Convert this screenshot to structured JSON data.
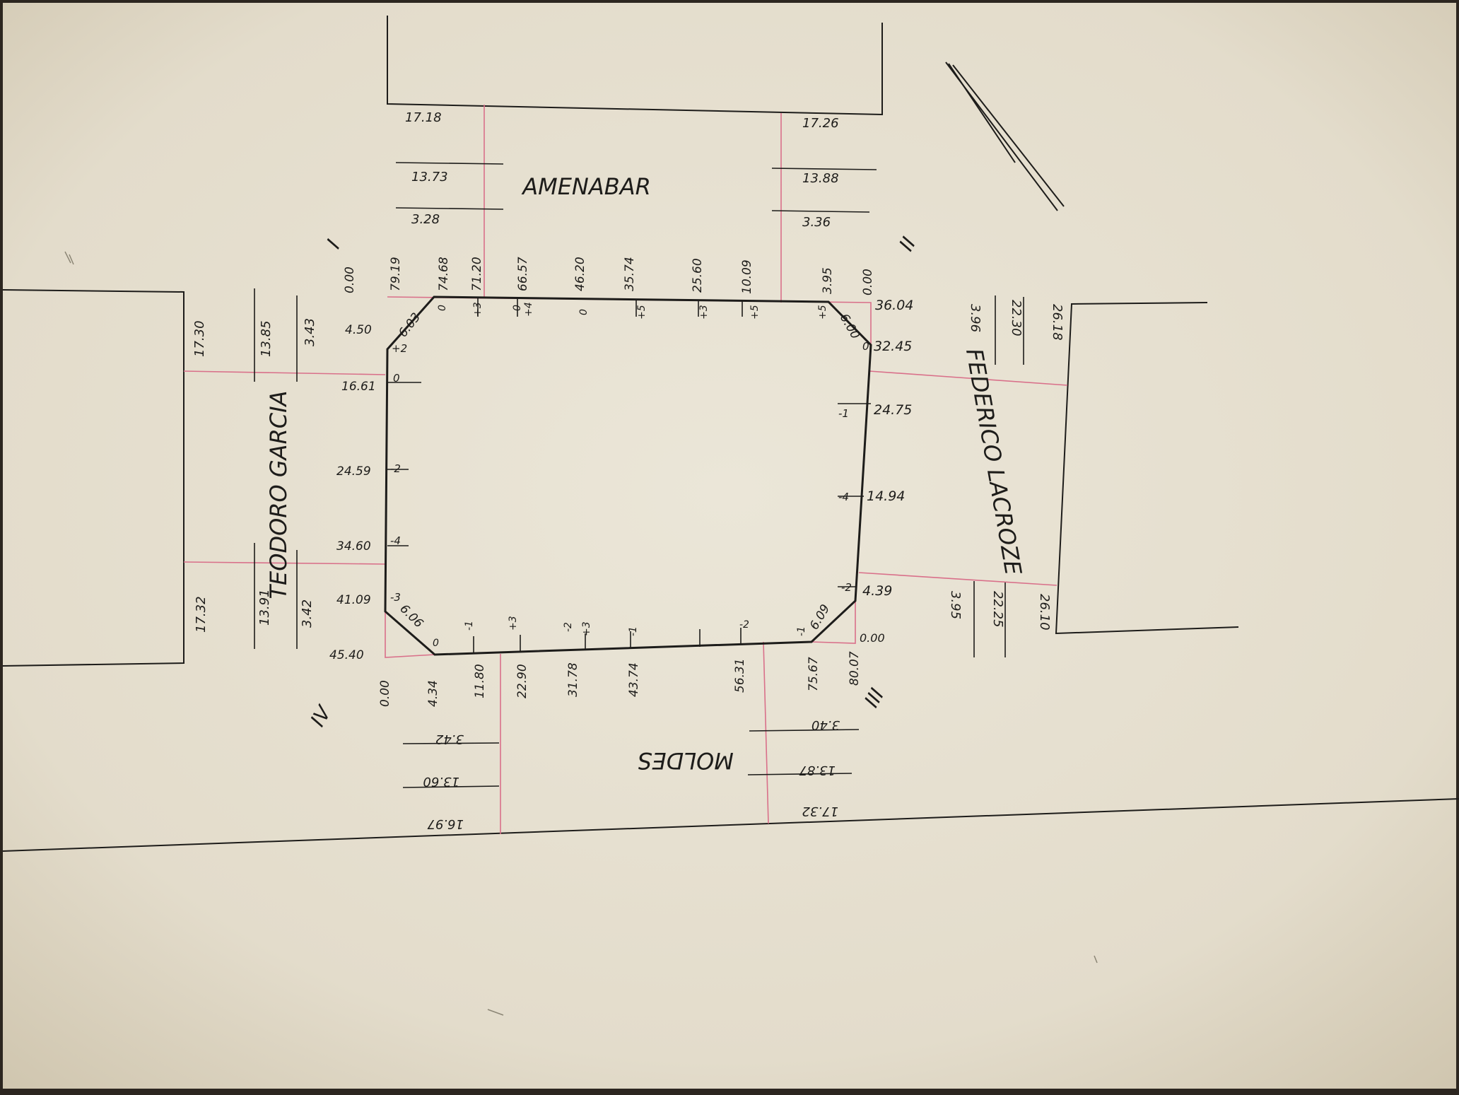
{
  "streets": {
    "north": "AMENABAR",
    "east": "FEDERICO LACROZE",
    "south": "MOLDES",
    "west": "TEODORO GARCIA"
  },
  "corners": {
    "nw": "I",
    "ne": "II",
    "se": "III",
    "sw": "IV"
  },
  "north_side": {
    "left_col": [
      "17.18",
      "13.73",
      "3.28"
    ],
    "right_col": [
      "17.26",
      "13.88",
      "3.36"
    ]
  },
  "block_north_labels": [
    "0.00",
    "79.19",
    "74.68",
    "71.20",
    "66.57",
    "46.20",
    "35.74",
    "25.60",
    "10.09",
    "3.95",
    "0.00"
  ],
  "block_north_levels": [
    "0",
    "+3",
    "0",
    "+4",
    "0",
    "+5",
    "+3",
    "+5",
    "+5"
  ],
  "block_east_labels": [
    "36.04",
    "32.45",
    "24.75",
    "14.94",
    "4.39",
    "0.00"
  ],
  "block_east_levels": [
    "0",
    "-1",
    "-4",
    "-2"
  ],
  "block_west_labels": [
    "4.50",
    "16.61",
    "24.59",
    "34.60",
    "41.09",
    "45.40"
  ],
  "block_west_levels": [
    "+2",
    "0",
    "-2",
    "-4",
    "-3"
  ],
  "block_south_labels": [
    "0.00",
    "4.34",
    "11.80",
    "22.90",
    "31.78",
    "43.74",
    "56.31",
    "75.67",
    "80.07"
  ],
  "block_south_levels": [
    "0",
    "-1",
    "+3",
    "-2",
    "+3",
    "-1",
    "-2",
    "-1"
  ],
  "chamfers": {
    "nw": "6.03",
    "ne": "6.00",
    "sw": "6.06",
    "se": "6.09"
  },
  "west_side": {
    "top_col": [
      "17.30",
      "13.85",
      "3.43"
    ],
    "bottom_col": [
      "17.32",
      "13.91",
      "3.42"
    ]
  },
  "east_side": {
    "top_col": [
      "3.96",
      "22.30",
      "26.18"
    ],
    "bottom_col": [
      "3.95",
      "22.25",
      "26.10"
    ]
  },
  "south_side": {
    "left_col": [
      "3.42",
      "13.60",
      "16.97"
    ],
    "right_col": [
      "3.40",
      "13.87",
      "17.32"
    ]
  },
  "colors": {
    "paper": "#e5dfd0",
    "ink": "#1d1c1a",
    "red_line": "#d9708a"
  }
}
